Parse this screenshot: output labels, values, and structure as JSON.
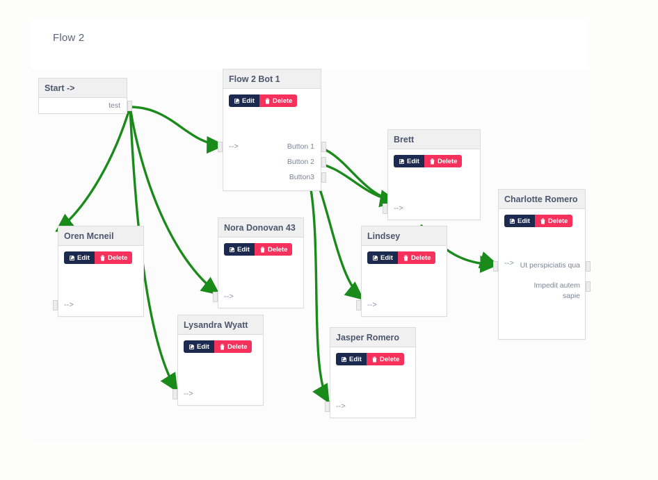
{
  "header": {
    "title": "Flow 2"
  },
  "nodes": [
    {
      "id": "start",
      "title": "Start ->",
      "has_buttons": false,
      "out_ports": [
        "test"
      ],
      "in_ports": []
    },
    {
      "id": "bot1",
      "title": "Flow 2 Bot 1",
      "has_buttons": true,
      "edit_label": "Edit",
      "delete_label": "Delete",
      "in_ports": [
        "-->"
      ],
      "out_ports": [
        "Button 1",
        "Button 2",
        "Button3"
      ]
    },
    {
      "id": "oren",
      "title": "Oren Mcneil",
      "has_buttons": true,
      "edit_label": "Edit",
      "delete_label": "Delete",
      "in_ports": [
        "-->"
      ],
      "out_ports": []
    },
    {
      "id": "nora",
      "title": "Nora Donovan 43",
      "has_buttons": true,
      "edit_label": "Edit",
      "delete_label": "Delete",
      "in_ports": [
        "-->"
      ],
      "out_ports": []
    },
    {
      "id": "lysandra",
      "title": "Lysandra Wyatt",
      "has_buttons": true,
      "edit_label": "Edit",
      "delete_label": "Delete",
      "in_ports": [
        "-->"
      ],
      "out_ports": []
    },
    {
      "id": "brett",
      "title": "Brett",
      "has_buttons": true,
      "edit_label": "Edit",
      "delete_label": "Delete",
      "in_ports": [
        "-->"
      ],
      "out_ports": []
    },
    {
      "id": "lindsey",
      "title": "Lindsey",
      "has_buttons": true,
      "edit_label": "Edit",
      "delete_label": "Delete",
      "in_ports": [
        "-->"
      ],
      "out_ports": []
    },
    {
      "id": "jasper",
      "title": "Jasper Romero",
      "has_buttons": true,
      "edit_label": "Edit",
      "delete_label": "Delete",
      "in_ports": [
        "-->"
      ],
      "out_ports": []
    },
    {
      "id": "charlotte",
      "title": "Charlotte Romero",
      "has_buttons": true,
      "edit_label": "Edit",
      "delete_label": "Delete",
      "in_ports": [
        "-->"
      ],
      "out_ports": [
        "Ut perspiciatis qua",
        "Impedit autem sapie"
      ]
    }
  ],
  "colors": {
    "edge": "#1a8a1a",
    "edit_bg": "#1b2a4e",
    "delete_bg": "#f5315c",
    "node_header_bg": "#f0f0f0",
    "node_border": "#dcdcdc",
    "title_text": "#5a6378",
    "port_text": "#7b8496",
    "canvas_bg": "#fcfcfc",
    "page_bg": "#fdfdfb"
  },
  "icons": {
    "edit": "pencil-square-icon",
    "delete": "trash-icon"
  }
}
